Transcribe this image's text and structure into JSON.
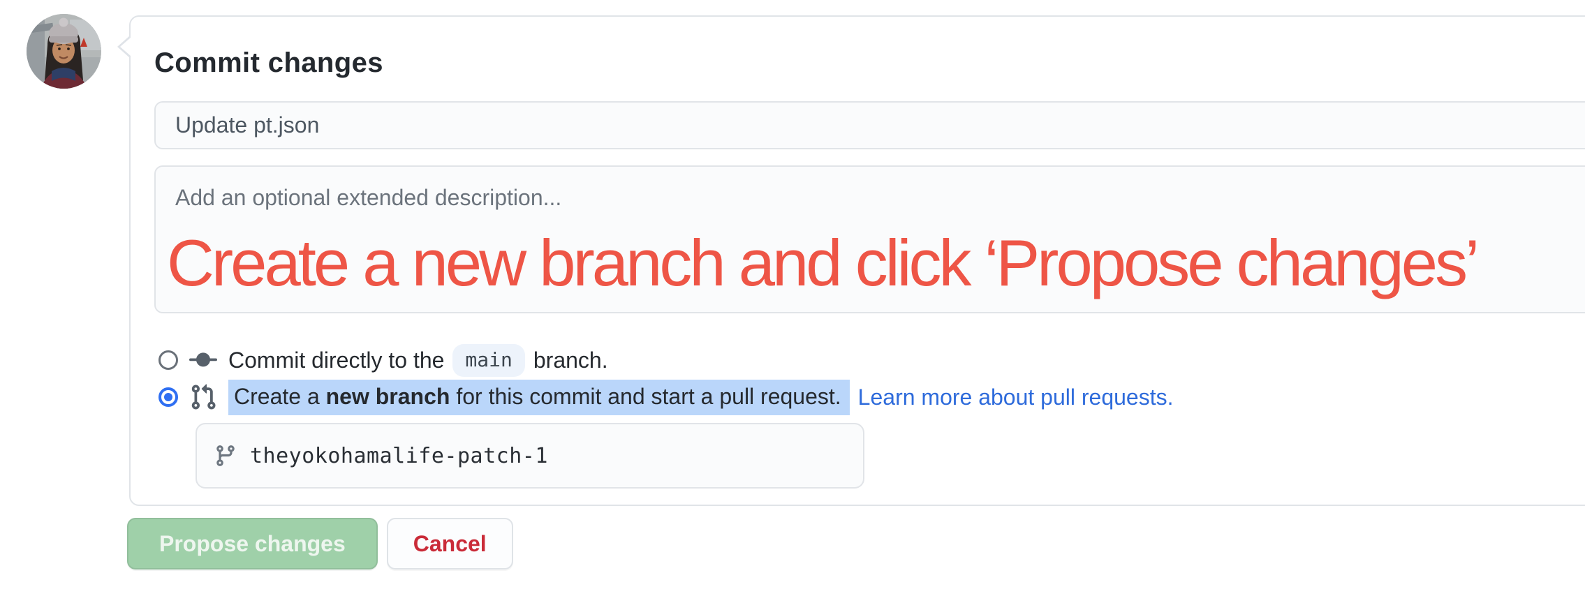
{
  "header": {
    "title": "Commit changes"
  },
  "commit": {
    "title_value": "Update pt.json",
    "description_placeholder": "Add an optional extended description...",
    "annotation": "Create a new branch and click ‘Propose changes’"
  },
  "options": {
    "direct": {
      "selected": false,
      "text_before": "Commit directly to the",
      "branch_chip": "main",
      "text_after": "branch."
    },
    "new_branch": {
      "selected": true,
      "highlight_prefix": "Create a ",
      "highlight_bold": "new branch",
      "highlight_suffix": " for this commit and start a pull request.",
      "link": "Learn more about pull requests."
    }
  },
  "branch_field": {
    "value": "theyokohamalife-patch-1"
  },
  "actions": {
    "propose": "Propose changes",
    "cancel": "Cancel"
  },
  "icons": [
    "user-avatar",
    "git-commit-icon",
    "git-pull-request-icon",
    "git-branch-icon"
  ],
  "colors": {
    "annotation_red": "#ee5546",
    "selection_highlight": "#bad6fa",
    "link_blue": "#2e6bdb",
    "radio_accent_blue": "#2f6ff2",
    "branch_chip_bg": "#edf3fb",
    "input_bg": "#fafbfc",
    "border_gray": "#e1e4e8",
    "propose_button_bg": "#9fd0a9",
    "propose_button_text": "#eef6ef",
    "cancel_text_red": "#ca2b38",
    "heading_text": "#24292f",
    "icon_gray": "#57606a"
  }
}
